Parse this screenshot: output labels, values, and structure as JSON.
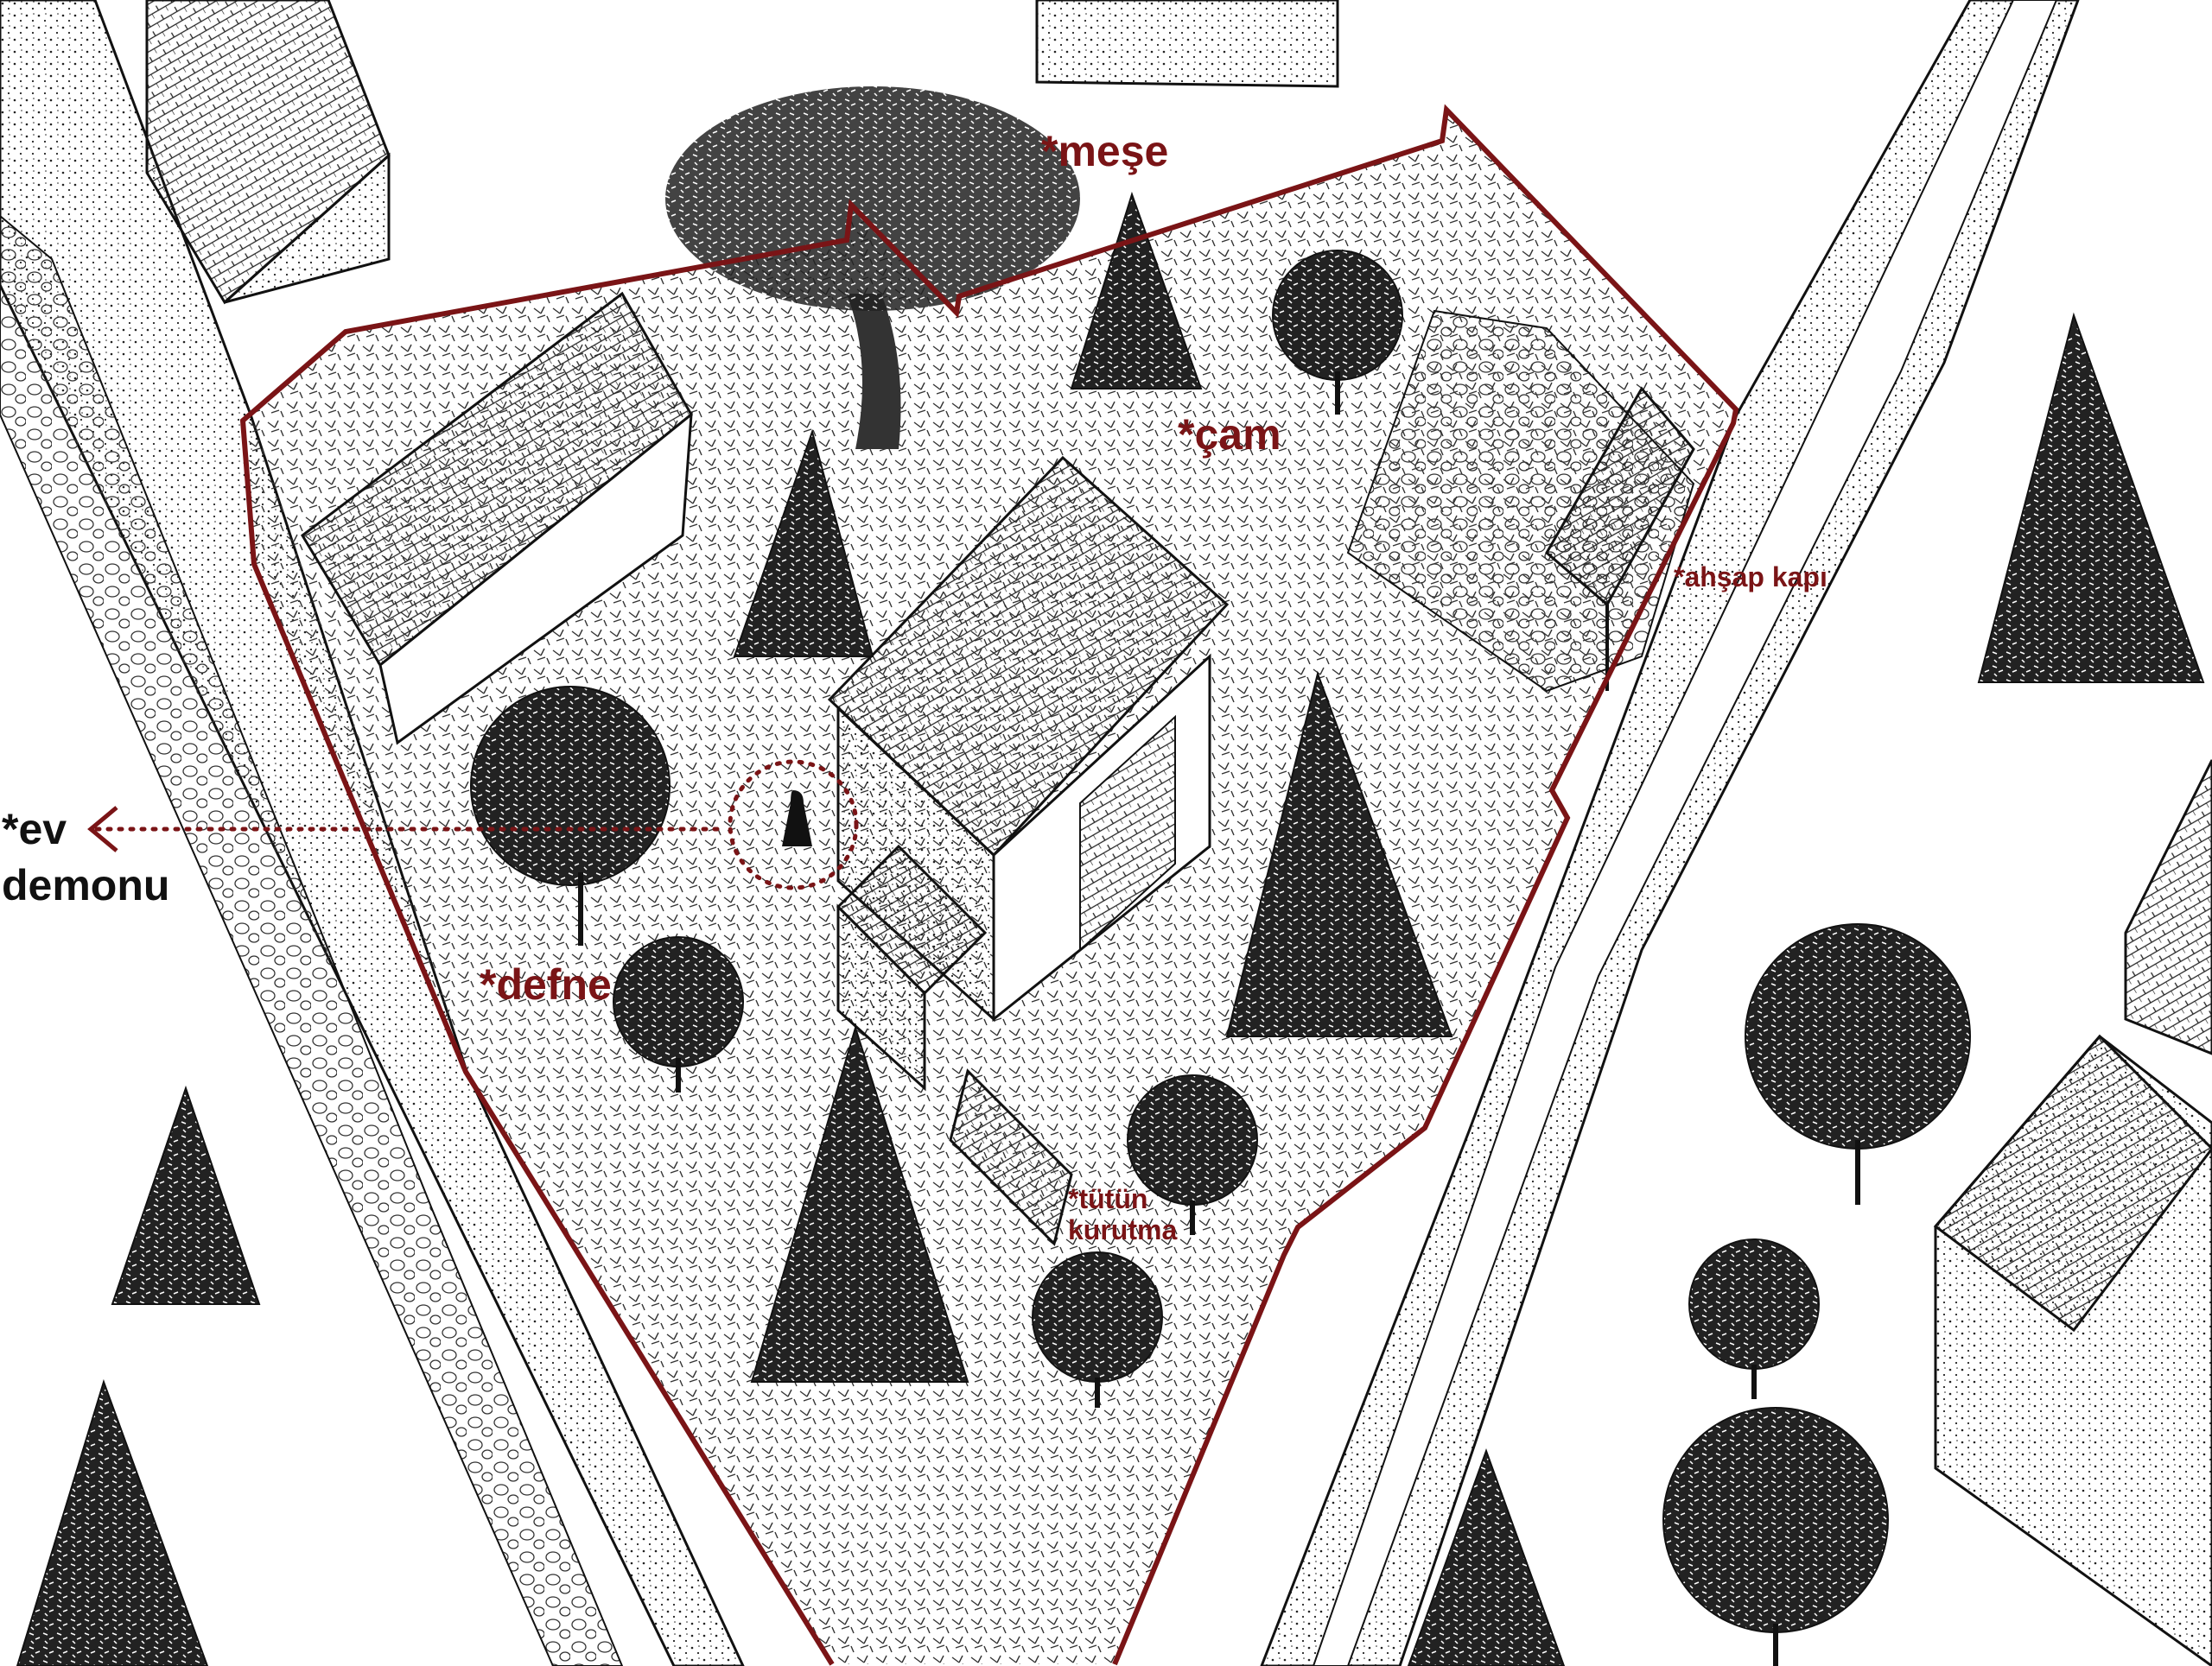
{
  "labels": {
    "mese": "*meşe",
    "cam": "*çam",
    "ahsap_kapi": "*ahşap kapı",
    "ev_demonu_line1": "*ev",
    "ev_demonu_line2": "demonu",
    "defne": "*defne",
    "tutun_kurutma_line1": "*tütün",
    "tutun_kurutma_line2": "kurutma"
  },
  "colors": {
    "boundary": "#7a1416",
    "ink": "#111111",
    "label_accent": "#7a1416"
  }
}
